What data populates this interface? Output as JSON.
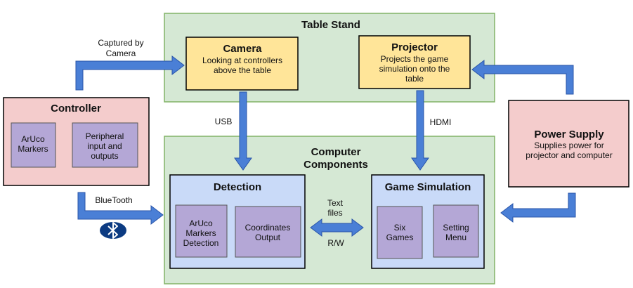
{
  "table_stand": {
    "title": "Table Stand"
  },
  "camera": {
    "title": "Camera",
    "desc": [
      "Looking at controllers",
      "above the  table"
    ]
  },
  "projector": {
    "title": "Projector",
    "desc": [
      "Projects the game",
      "simulation onto the",
      "table"
    ]
  },
  "controller": {
    "title": "Controller",
    "aruco": [
      "ArUco",
      "Markers"
    ],
    "peripheral": [
      "Peripheral",
      "input and",
      "outputs"
    ]
  },
  "power_supply": {
    "title": "Power Supply",
    "desc": [
      "Supplies power for",
      "projector and computer"
    ]
  },
  "computer": {
    "title": [
      "Computer",
      "Components"
    ]
  },
  "detection": {
    "title": "Detection",
    "aruco_detection": [
      "ArUco",
      "Markers",
      "Detection"
    ],
    "coordinates": [
      "Coordinates",
      "Output"
    ]
  },
  "game_simulation": {
    "title": "Game Simulation",
    "six_games": [
      "Six",
      "Games"
    ],
    "setting_menu": [
      "Setting",
      "Menu"
    ]
  },
  "labels": {
    "captured": [
      "Captured by",
      "Camera"
    ],
    "usb": "USB",
    "hdmi": "HDMI",
    "bluetooth": "BlueTooth",
    "text_files": [
      "Text",
      "files"
    ],
    "rw": "R/W"
  },
  "colors": {
    "green_fill": "#d5e8d4",
    "green_stroke": "#82b366",
    "yellow_fill": "#ffe599",
    "pink_fill": "#f4cccc",
    "blue_fill": "#c9daf8",
    "purple_fill": "#b4a7d6",
    "arrow_fill": "#4a7fd6",
    "arrow_stroke": "#2a55a8",
    "bt_icon": "#0c3b82"
  }
}
